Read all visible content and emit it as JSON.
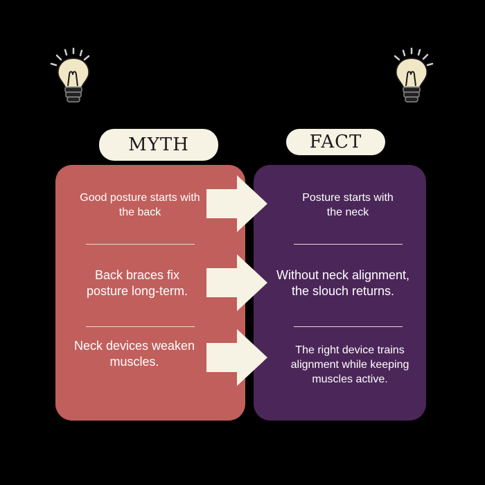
{
  "labels": {
    "myth": "MYTH",
    "fact": "FACT"
  },
  "rows": [
    {
      "myth": "Good posture starts with the back",
      "fact": "Posture starts with the neck"
    },
    {
      "myth": "Back braces fix posture long-term.",
      "fact": "Without neck alignment, the slouch returns."
    },
    {
      "myth": "Neck devices weaken muscles.",
      "fact": "The right device trains alignment while keeping muscles active."
    }
  ],
  "icons": {
    "left": "lightbulb-icon",
    "right": "lightbulb-icon"
  },
  "colors": {
    "background": "#000000",
    "myth_panel": "#c15f5c",
    "fact_panel": "#4b2658",
    "pill": "#f7f3e4",
    "arrow": "#f7f3e4"
  }
}
